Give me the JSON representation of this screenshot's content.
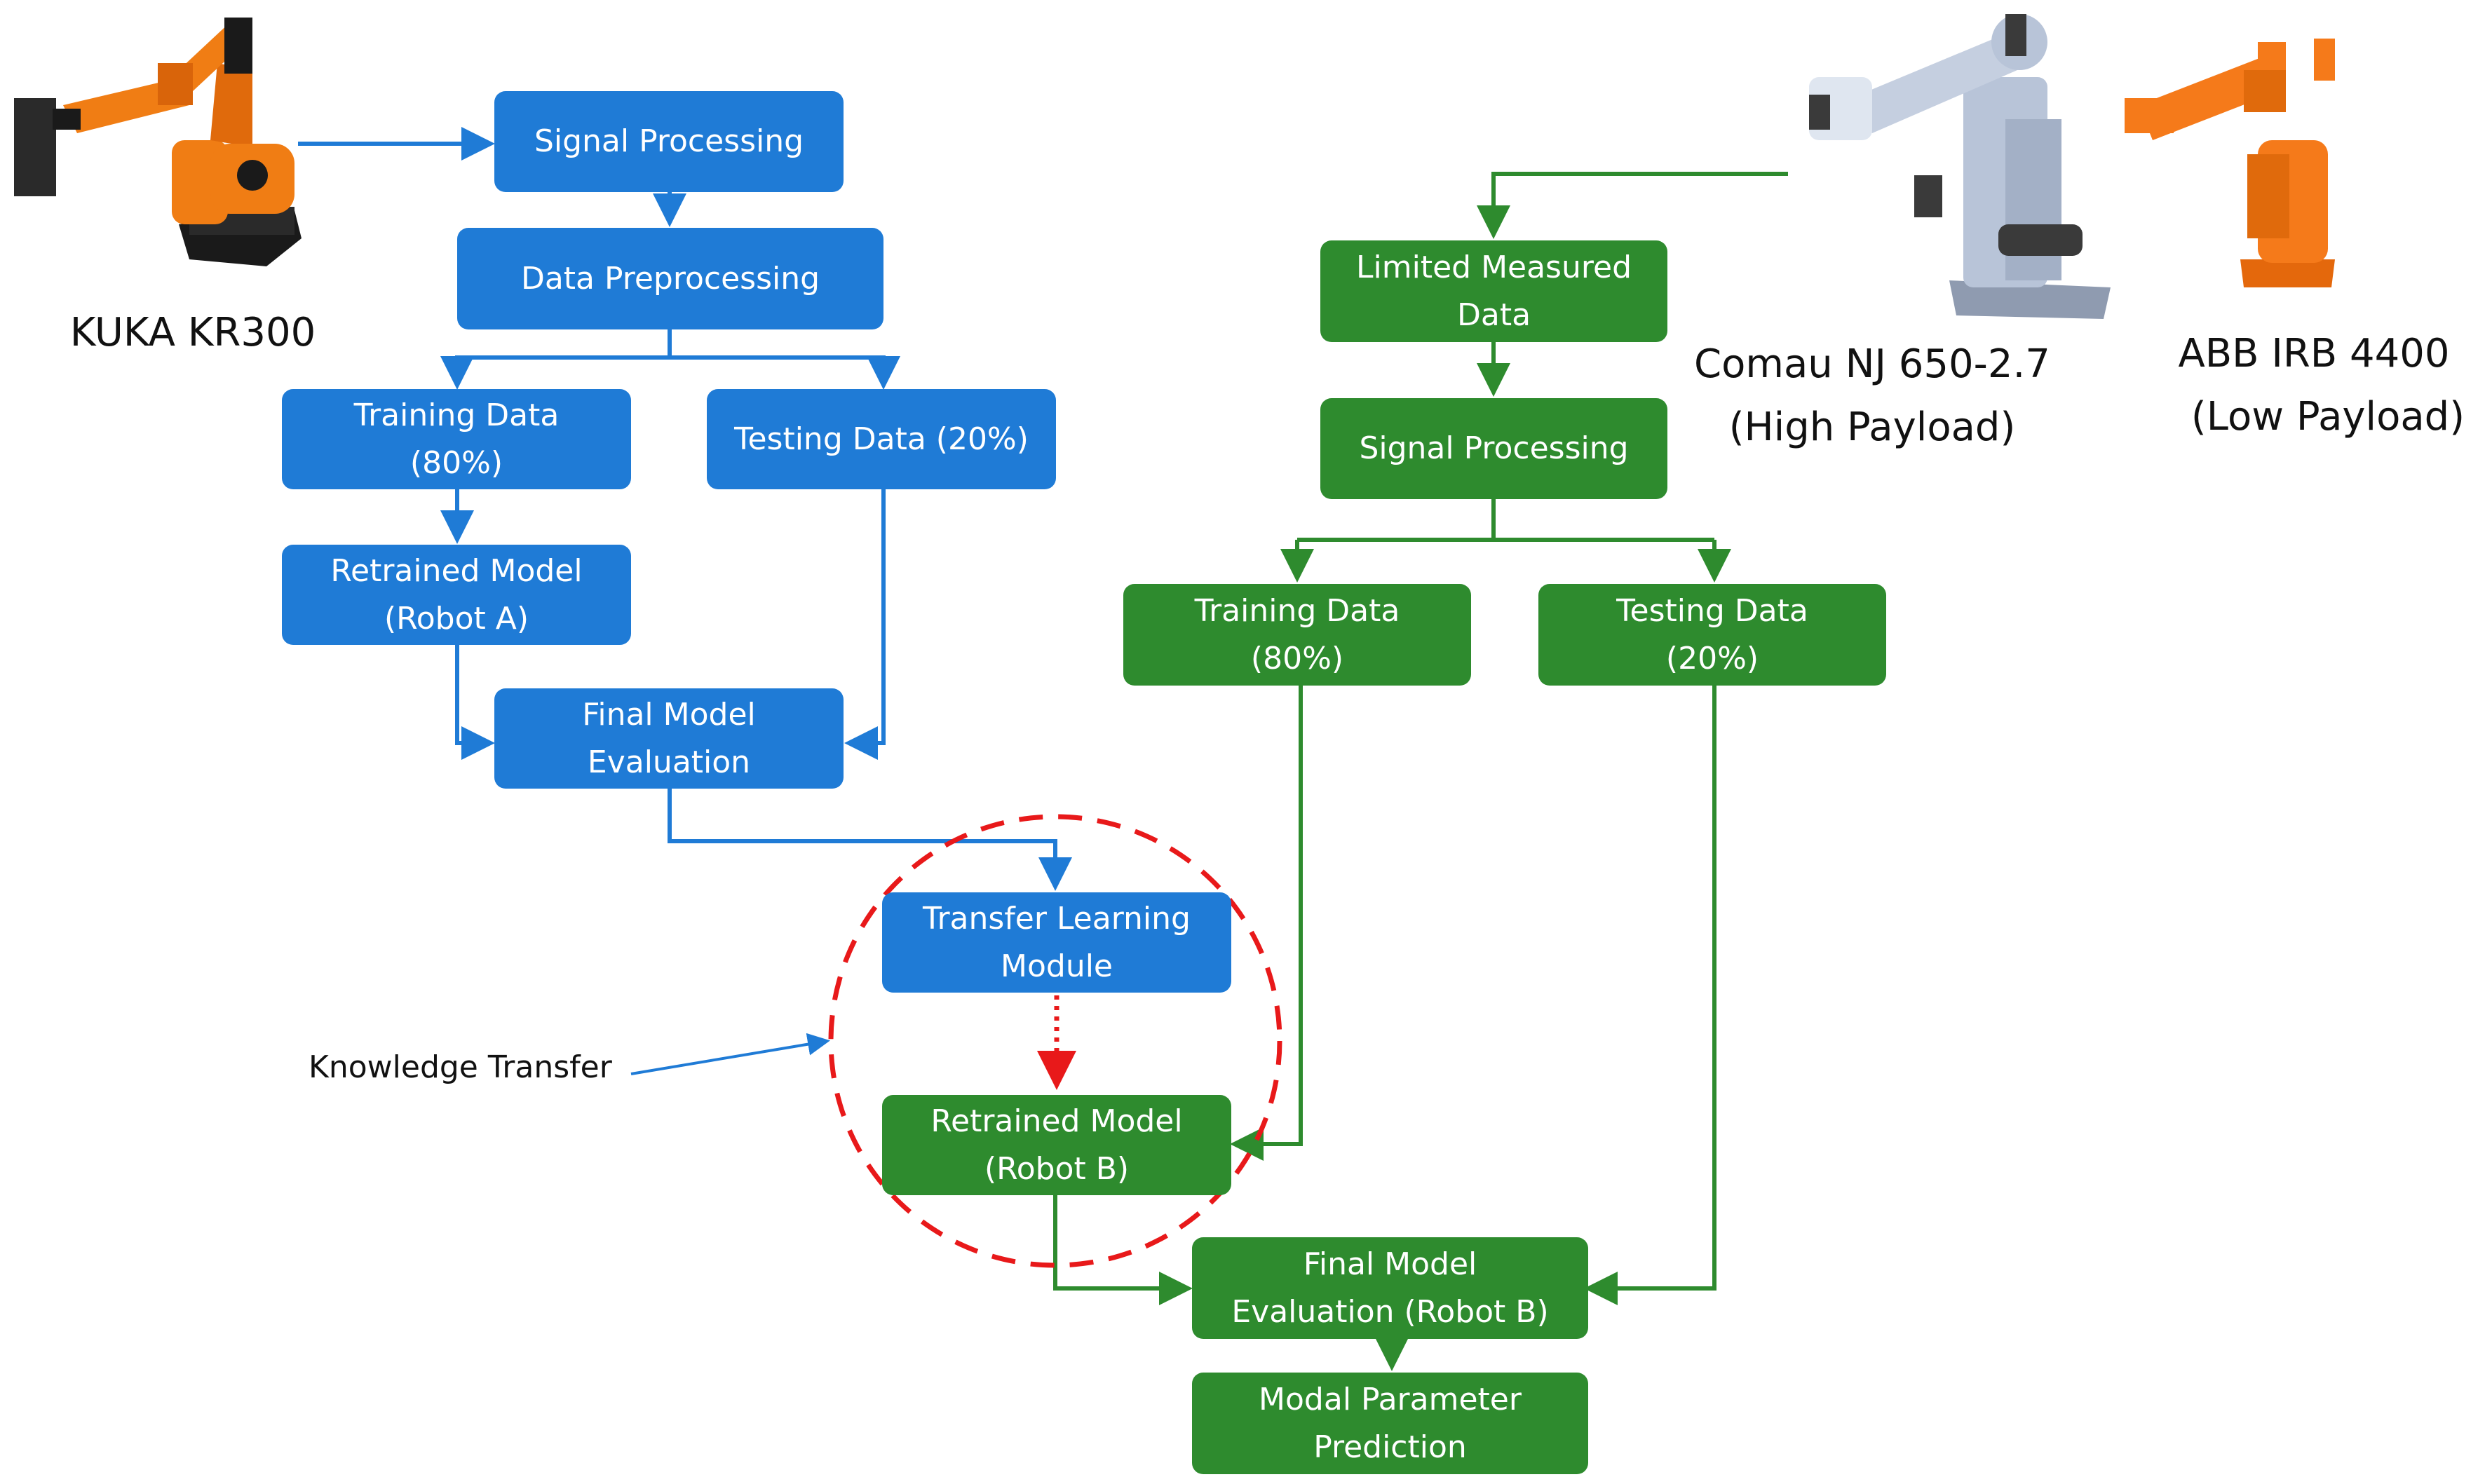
{
  "robots": {
    "kuka": {
      "label": "KUKA KR300",
      "color": "#f07d14"
    },
    "comau": {
      "label_line1": "Comau NJ 650-2.7",
      "label_line2": "(High Payload)",
      "color": "#b8c4d8"
    },
    "abb": {
      "label_line1": "ABB IRB 4400",
      "label_line2": "(Low Payload)",
      "color": "#f57a1a"
    }
  },
  "colors": {
    "source_flow": "#1f7bd6",
    "target_flow": "#2e8b2e",
    "transfer_highlight": "#e8191a"
  },
  "source_flow": {
    "signal_processing": "Signal Processing",
    "data_preprocessing": "Data Preprocessing",
    "training_data": "Training Data\n(80%)",
    "testing_data": "Testing Data (20%)",
    "retrained_model": "Retrained Model\n(Robot A)",
    "final_model_evaluation": "Final Model\nEvaluation",
    "transfer_learning_module": "Transfer Learning\nModule"
  },
  "target_flow": {
    "limited_measured_data": "Limited Measured\nData",
    "signal_processing": "Signal Processing",
    "training_data": "Training Data\n(80%)",
    "testing_data": "Testing Data\n(20%)",
    "retrained_model": "Retrained Model\n(Robot B)",
    "final_model_evaluation": "Final Model\nEvaluation (Robot B)",
    "modal_parameter_prediction": "Modal Parameter\nPrediction"
  },
  "annotation": {
    "knowledge_transfer": "Knowledge Transfer"
  }
}
